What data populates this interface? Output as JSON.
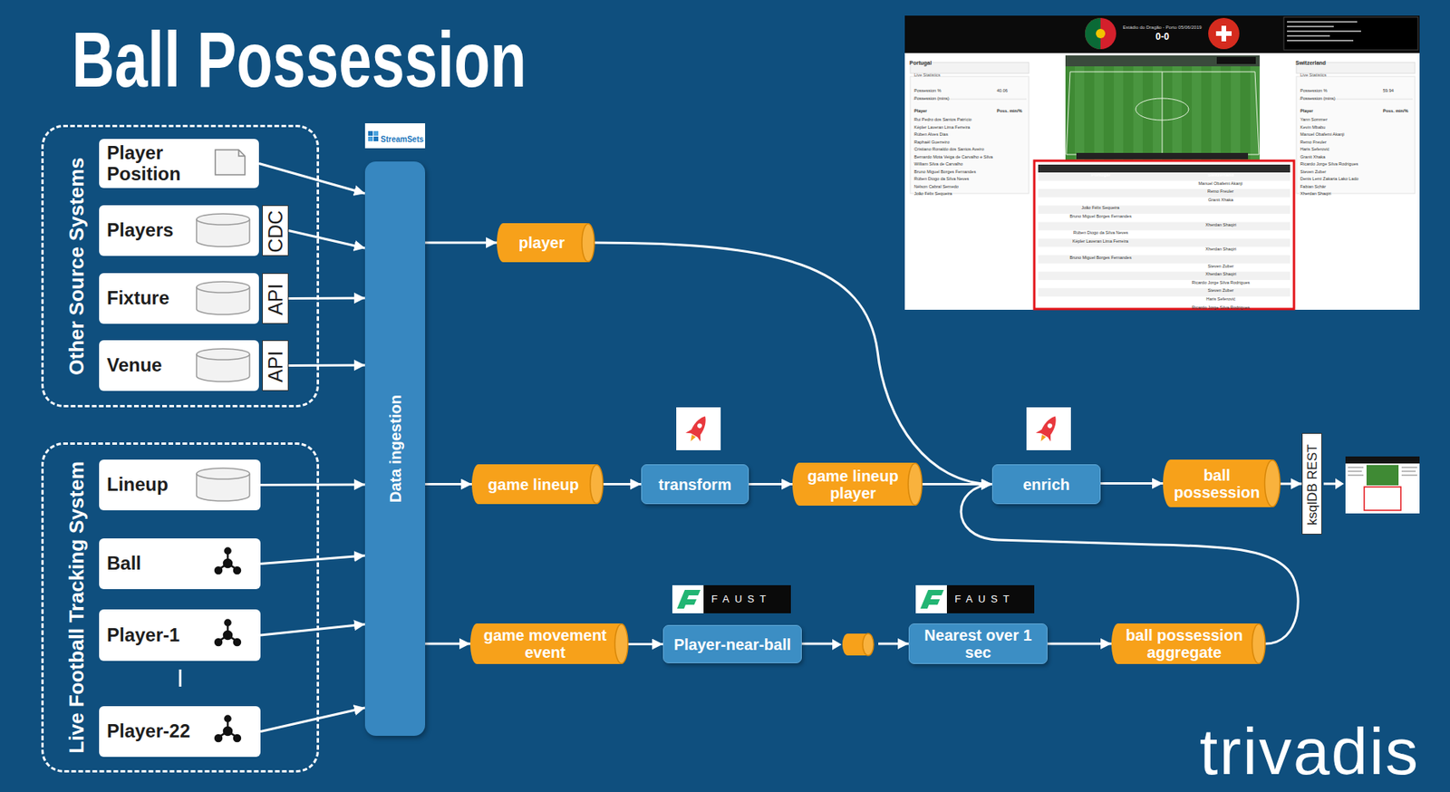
{
  "diagram": {
    "title": "Ball Possession",
    "nodes": [
      {
        "text": [
          "Other Source Systems"
        ]
      },
      {
        "text": [
          "Player Position"
        ],
        "in": 0
      },
      {
        "text": [
          "Players"
        ],
        "in": 0
      },
      {
        "text": [
          "CDC"
        ],
        "in": 0
      },
      {
        "text": [
          "Fixture"
        ],
        "in": 0
      },
      {
        "text": [
          "API"
        ],
        "in": 0
      },
      {
        "text": [
          "Venue"
        ],
        "in": 0
      },
      {
        "text": [
          "API"
        ],
        "in": 0
      },
      {
        "text": [
          "Live Football Tracking System"
        ]
      },
      {
        "text": [
          "Lineup"
        ],
        "in": 8
      },
      {
        "text": [
          "Ball"
        ],
        "in": 8
      },
      {
        "text": [
          "Player-1"
        ],
        "in": 8
      },
      {
        "text": [
          "Player-22"
        ],
        "in": 8
      },
      {
        "text": [
          "Data ingestion"
        ]
      },
      {
        "text": [
          "player"
        ]
      },
      {
        "text": [
          "game lineup"
        ]
      },
      {
        "text": [
          "transform"
        ]
      },
      {
        "text": [
          "game lineup player"
        ]
      },
      {
        "text": [
          "enrich"
        ]
      },
      {
        "text": [
          "ball possession"
        ]
      },
      {
        "text": [
          "ksqlDB REST"
        ]
      },
      {
        "text": [
          "game movement event"
        ]
      },
      {
        "text": [
          "Player-near-ball"
        ]
      },
      {
        "text": [
          "Nearest over 1 sec"
        ]
      },
      {
        "text": [
          "ball possession aggregate"
        ]
      }
    ],
    "edges": [
      {
        "from": 1,
        "to": 13,
        "arrow": "to"
      },
      {
        "from": 3,
        "to": 13,
        "arrow": "to"
      },
      {
        "from": 5,
        "to": 13,
        "arrow": "to"
      },
      {
        "from": 7,
        "to": 13,
        "arrow": "to"
      },
      {
        "from": 9,
        "to": 13,
        "arrow": "to"
      },
      {
        "from": 10,
        "to": 13,
        "arrow": "to"
      },
      {
        "from": 11,
        "to": 13,
        "arrow": "to"
      },
      {
        "from": 12,
        "to": 13,
        "arrow": "to"
      },
      {
        "from": 13,
        "to": 14,
        "arrow": "to"
      },
      {
        "from": 13,
        "to": 15,
        "arrow": "to"
      },
      {
        "from": 13,
        "to": 21,
        "arrow": "to"
      },
      {
        "from": 14,
        "to": 18,
        "arrow": "to"
      },
      {
        "from": 15,
        "to": 16,
        "arrow": "to"
      },
      {
        "from": 16,
        "to": 17,
        "arrow": "to"
      },
      {
        "from": 17,
        "to": 18,
        "arrow": "to"
      },
      {
        "from": 18,
        "to": 19,
        "arrow": "to"
      },
      {
        "from": 19,
        "to": 20,
        "arrow": "to"
      },
      {
        "from": 21,
        "to": 22,
        "arrow": "to"
      },
      {
        "from": 22,
        "to": 23,
        "arrow": "to"
      },
      {
        "from": 23,
        "to": 24,
        "arrow": "to"
      },
      {
        "from": 24,
        "to": 18,
        "arrow": "to"
      }
    ],
    "labels": [
      "StreamSets",
      "FAUST",
      "FAUST",
      "trivadis",
      "Estádio do Dragão - Porto 05/06/2019",
      "0-0",
      "Portugal",
      "Live Statistics",
      "Possession %",
      "40.06",
      "Possession (mins)",
      "Player",
      "Poss. min/%",
      "Rui Pedro dos Santos Patrício",
      "Kèpler Laveran Lima Ferreira",
      "Rúben Alves Dias",
      "Raphaël Guerreiro",
      "Cristiano Ronaldo dos Santos Aveiro",
      "Bernardo Mota Veiga de Carvalho e Silva",
      "William Silva de Carvalho",
      "Bruno Miguel Borges Fernandes",
      "Rúben Diogo da Silva Neves",
      "Nélson Cabral Semedo",
      "João Félix Sequeira",
      "Switzerland",
      "Live Statistics",
      "Possession %",
      "59.94",
      "Possession (mins)",
      "Player",
      "Poss. min/%",
      "Yann Sommer",
      "Kevin Mbabu",
      "Manuel Obafemi Akanji",
      "Remo Freuler",
      "Haris Seferović",
      "Granit Xhaka",
      "Ricardo Jorge Silva Rodrigues",
      "Steven Zuber",
      "Denis Lemi Zakaria Lako Lado",
      "Fabian Schär",
      "Xherdan Shaqiri",
      "Portugal",
      "Switzerland",
      "Manuel Obafemi Akanji",
      "Remo Freuler",
      "Granit Xhaka",
      "João Félix Sequeira",
      "Bruno Miguel Borges Fernandes",
      "Xherdan Shaqiri",
      "Rúben Diogo da Silva Neves",
      "Kèpler Laveran Lima Ferreira",
      "Xherdan Shaqiri",
      "Bruno Miguel Borges Fernandes",
      "Steven Zuber",
      "Xherdan Shaqiri",
      "Ricardo Jorge Silva Rodrigues",
      "Steven Zuber",
      "Haris Seferović",
      "Ricardo Jorge Silva Rodrigues"
    ]
  }
}
